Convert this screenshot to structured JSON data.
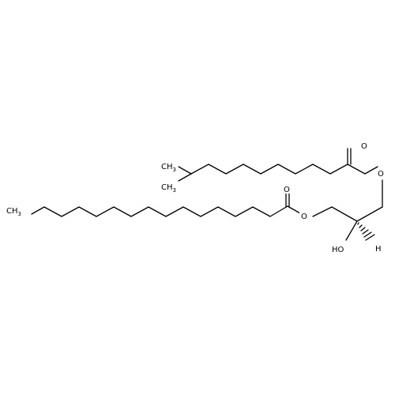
{
  "molecule": {
    "atoms": {
      "O_ketone1": "O",
      "O_ester1": "O",
      "O_ketone2": "O",
      "O_ester2": "O",
      "CH3_upper": "CH",
      "CH3_upper_sub": "3",
      "CH3_lower": "CH",
      "CH3_lower_sub": "3",
      "CH3_chain": "CH",
      "CH3_chain_sub": "3",
      "HO": "HO",
      "H": "H"
    },
    "colors": {
      "bond": "#000000",
      "label": "#000000",
      "background": "#ffffff"
    }
  }
}
